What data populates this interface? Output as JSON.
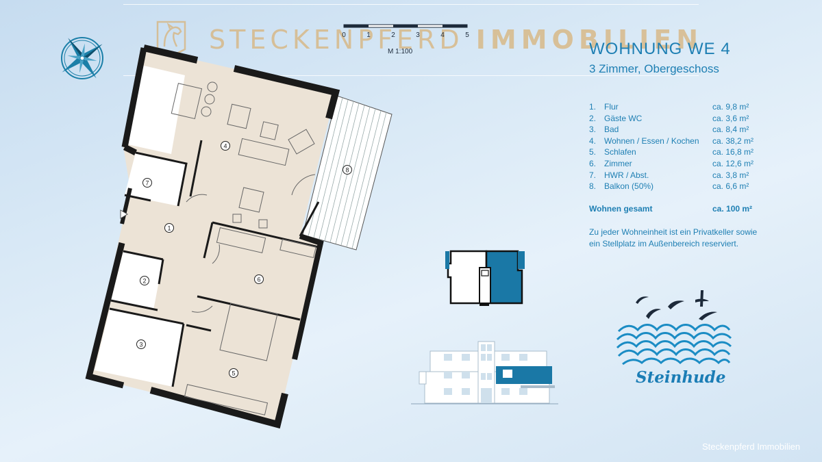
{
  "header": {
    "brand_light": "STECKENPFERD ",
    "brand_bold": "IMMOBILIEN"
  },
  "scale": {
    "ticks": [
      "0",
      "1",
      "2",
      "3",
      "4",
      "5"
    ],
    "label": "M 1:100"
  },
  "apartment": {
    "title": "WOHNUNG WE 4",
    "subtitle": "3 Zimmer, Obergeschoss"
  },
  "rooms": [
    {
      "num": "1.",
      "name": "Flur",
      "area": "ca. 9,8 m²"
    },
    {
      "num": "2.",
      "name": "Gäste WC",
      "area": "ca. 3,6 m²"
    },
    {
      "num": "3.",
      "name": "Bad",
      "area": "ca. 8,4 m²"
    },
    {
      "num": "4.",
      "name": "Wohnen / Essen / Kochen",
      "area": "ca. 38,2 m²"
    },
    {
      "num": "5.",
      "name": "Schlafen",
      "area": "ca. 16,8 m²"
    },
    {
      "num": "6.",
      "name": "Zimmer",
      "area": "ca. 12,6 m²"
    },
    {
      "num": "7.",
      "name": "HWR / Abst.",
      "area": "ca. 3,8 m²"
    },
    {
      "num": "8.",
      "name": "Balkon (50%)",
      "area": "ca. 6,6 m²"
    }
  ],
  "total": {
    "label": "Wohnen gesamt",
    "area": "ca. 100 m²"
  },
  "note": {
    "line1": "Zu jeder Wohneinheit ist ein Privatkeller sowie",
    "line2": "ein Stellplatz im Außenbereich reserviert."
  },
  "plan_labels": {
    "r1": "1",
    "r2": "2",
    "r3": "3",
    "r4": "4",
    "r5": "5",
    "r6": "6",
    "r7": "7",
    "r8": "8"
  },
  "town": "Steinhude",
  "watermark": "Steckenpferd Immobilien",
  "colors": {
    "accent": "#1e7fb3",
    "unit_highlight": "#1a78a6",
    "floor_fill": "#ece3d6",
    "wall": "#1a1a1a",
    "brand_gold": "#d8b37a"
  },
  "icons": {
    "compass": "compass-rose-icon",
    "logo": "horse-head-logo-icon",
    "birds": "seagull-icon",
    "waves": "waves-icon"
  }
}
